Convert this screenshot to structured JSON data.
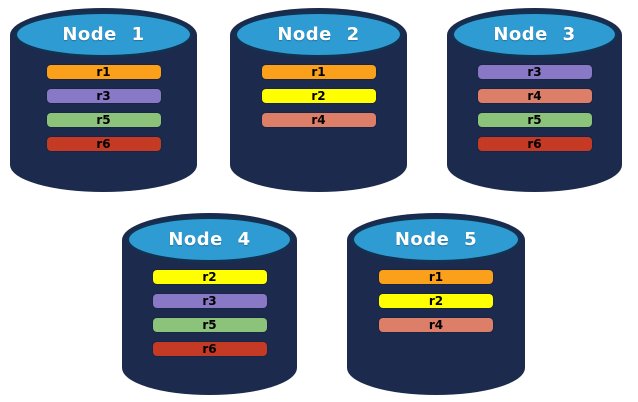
{
  "cylinder_colors": {
    "body": "#1C2B4D",
    "top": "#2F9BD3",
    "node_label_text": "#FFFFFF",
    "replica_label_text": "#000000"
  },
  "replica_colors": {
    "r1": "#FBA01A",
    "r2": "#FFFF00",
    "r3": "#8878C6",
    "r4": "#DD7E68",
    "r5": "#8BC37B",
    "r6": "#C43A24"
  },
  "nodes": [
    {
      "label": "Node 1",
      "replicas": [
        "r1",
        "r3",
        "r5",
        "r6"
      ]
    },
    {
      "label": "Node 2",
      "replicas": [
        "r1",
        "r2",
        "r4"
      ]
    },
    {
      "label": "Node 3",
      "replicas": [
        "r3",
        "r4",
        "r5",
        "r6"
      ]
    },
    {
      "label": "Node 4",
      "replicas": [
        "r2",
        "r3",
        "r5",
        "r6"
      ]
    },
    {
      "label": "Node 5",
      "replicas": [
        "r1",
        "r2",
        "r4"
      ]
    }
  ]
}
